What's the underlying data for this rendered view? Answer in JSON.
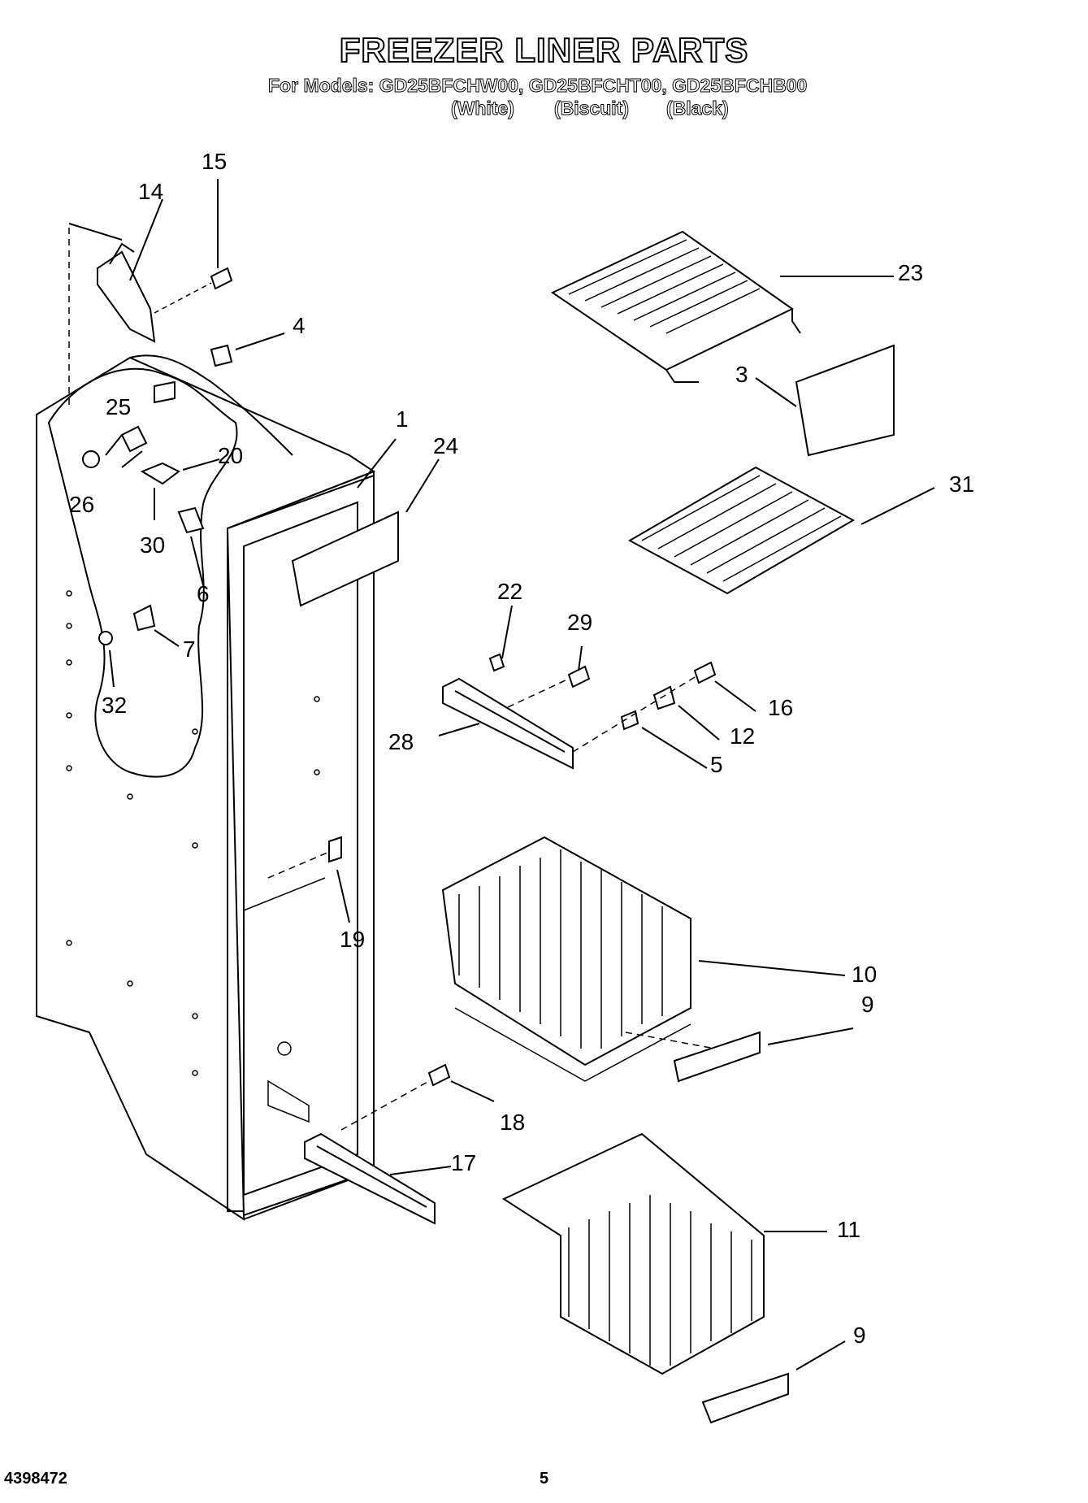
{
  "header": {
    "title": "FREEZER LINER PARTS",
    "models_line": "For Models: GD25BFCHW00, GD25BFCHT00, GD25BFCHB00",
    "color_white": "(White)",
    "color_biscuit": "(Biscuit)",
    "color_black": "(Black)"
  },
  "callouts": {
    "c1": "1",
    "c3": "3",
    "c4": "4",
    "c5": "5",
    "c6": "6",
    "c7": "7",
    "c9a": "9",
    "c9b": "9",
    "c10": "10",
    "c11": "11",
    "c12": "12",
    "c14": "14",
    "c15": "15",
    "c16": "16",
    "c17": "17",
    "c18": "18",
    "c19": "19",
    "c20": "20",
    "c22": "22",
    "c23": "23",
    "c24": "24",
    "c25": "25",
    "c26": "26",
    "c28": "28",
    "c29": "29",
    "c30": "30",
    "c31": "31",
    "c32": "32"
  },
  "footer": {
    "doc_number": "4398472",
    "page_number": "5"
  }
}
